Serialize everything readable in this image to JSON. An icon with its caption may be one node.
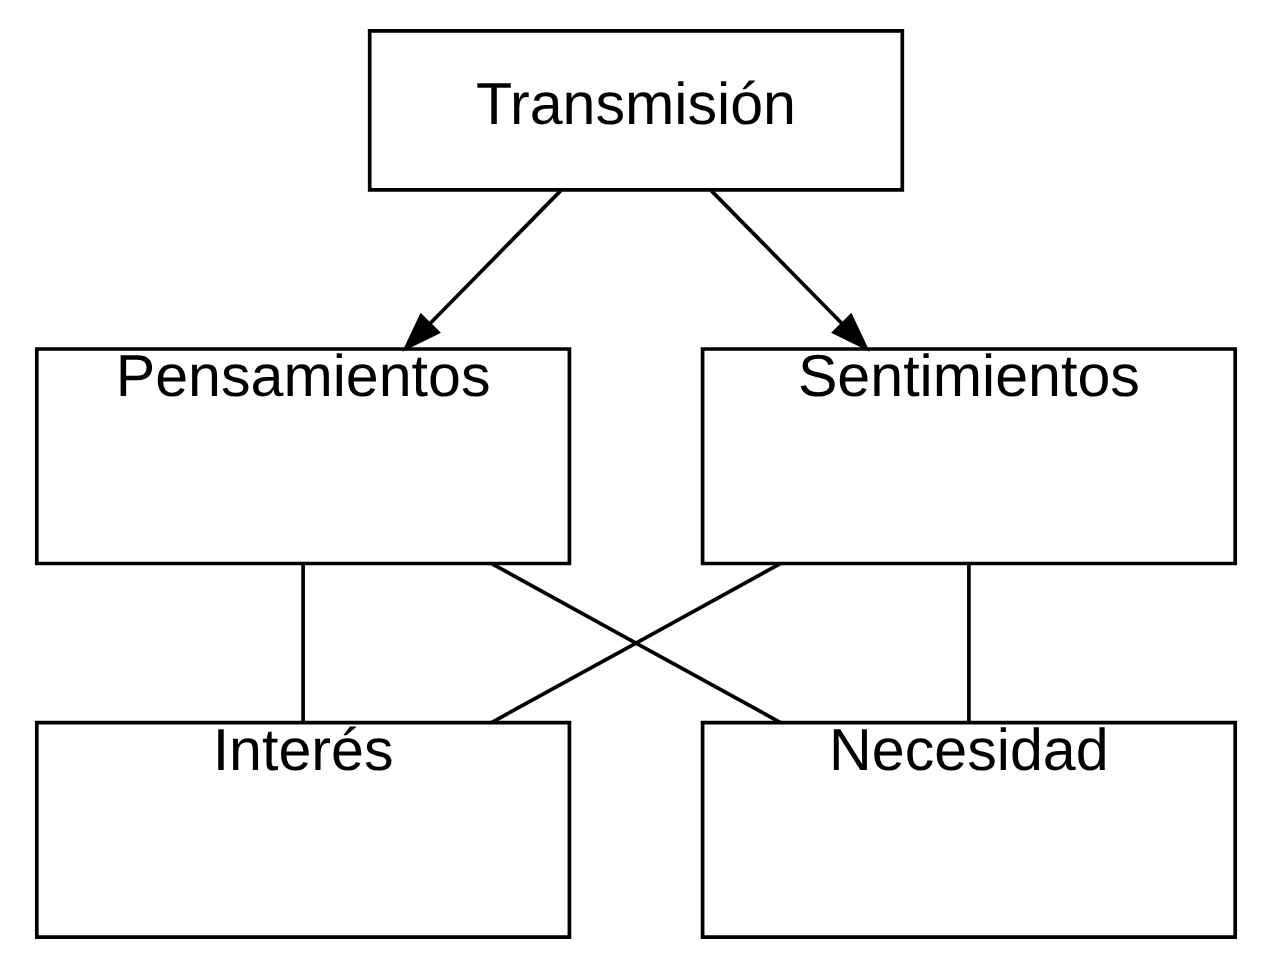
{
  "diagram": {
    "nodes": [
      {
        "text": [
          "Transmisión"
        ]
      },
      {
        "text": [
          "Pensamientos"
        ]
      },
      {
        "text": [
          "Sentimientos"
        ]
      },
      {
        "text": [
          "Interés"
        ]
      },
      {
        "text": [
          "Necesidad"
        ]
      }
    ],
    "edges": [
      {
        "from": 0,
        "to": 1,
        "arrow": "to"
      },
      {
        "from": 0,
        "to": 2,
        "arrow": "to"
      },
      {
        "from": 1,
        "to": 3,
        "arrow": "none"
      },
      {
        "from": 1,
        "to": 4,
        "arrow": "none"
      },
      {
        "from": 2,
        "to": 3,
        "arrow": "none"
      },
      {
        "from": 2,
        "to": 4,
        "arrow": "none"
      }
    ]
  }
}
